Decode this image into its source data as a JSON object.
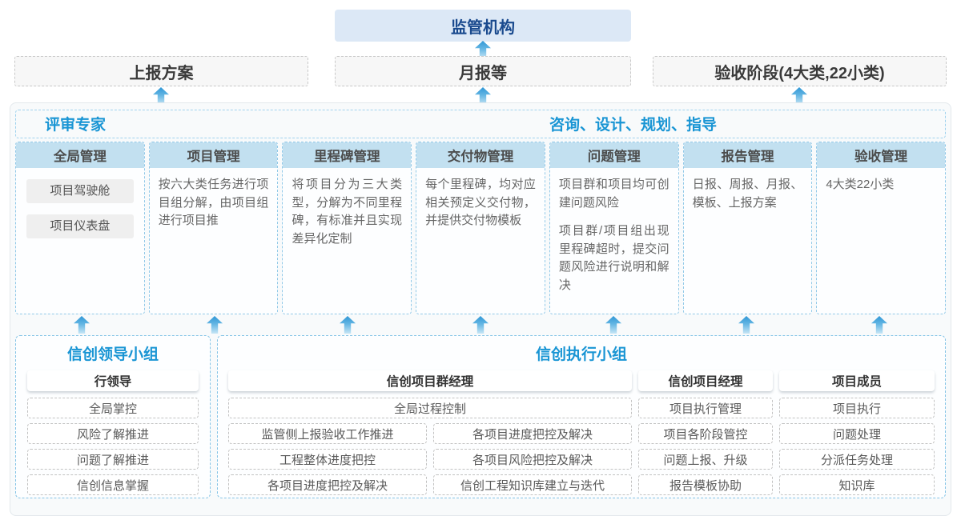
{
  "top": {
    "regulator": "监管机构",
    "report_boxes": [
      "上报方案",
      "月报等",
      "验收阶段(4大类,22小类)"
    ]
  },
  "main": {
    "header_left": "评审专家",
    "header_right": "咨询、设计、规划、指导",
    "columns": [
      {
        "title": "全局管理",
        "items": [
          "项目驾驶舱",
          "项目仪表盘"
        ]
      },
      {
        "title": "项目管理",
        "paragraphs": [
          "按六大类任务进行项目组分解，由项目组进行项目推"
        ]
      },
      {
        "title": "里程碑管理",
        "paragraphs": [
          "将项目分为三大类型，分解为不同里程碑，有标准并且实现差异化定制"
        ]
      },
      {
        "title": "交付物管理",
        "paragraphs": [
          "每个里程碑，均对应相关预定义交付物，并提供交付物模板"
        ]
      },
      {
        "title": "问题管理",
        "paragraphs": [
          "项目群和项目均可创建问题风险",
          "项目群/项目组出现里程碑超时，提交问题风险进行说明和解决"
        ]
      },
      {
        "title": "报告管理",
        "paragraphs": [
          "日报、周报、月报、模板、上报方案"
        ]
      },
      {
        "title": "验收管理",
        "paragraphs": [
          "4大类22小类"
        ]
      }
    ]
  },
  "bottom": {
    "lead_group": {
      "title": "信创领导小组",
      "role": "行领导",
      "items": [
        "全局掌控",
        "风险了解推进",
        "问题了解推进",
        "信创信息掌握"
      ]
    },
    "exec_group": {
      "title": "信创执行小组",
      "program_manager": {
        "role": "信创项目群经理",
        "full_item": "全局过程控制",
        "left_items": [
          "监管侧上报验收工作推进",
          "工程整体进度把控",
          "各项目进度把控及解决"
        ],
        "right_items": [
          "各项目进度把控及解决",
          "各项目风险把控及解决",
          "信创工程知识库建立与迭代"
        ]
      },
      "project_manager": {
        "role": "信创项目经理",
        "items": [
          "项目执行管理",
          "项目各阶段管控",
          "问题上报、升级",
          "报告模板协助"
        ]
      },
      "member": {
        "role": "项目成员",
        "items": [
          "项目执行",
          "问题处理",
          "分派任务处理",
          "知识库"
        ]
      }
    }
  },
  "colors": {
    "accent_blue": "#1995d4",
    "regulator_bg": "#dce8f6",
    "regulator_text": "#1a4a8e",
    "column_header_bg": "#c2e0f0",
    "dashed_blue_border": "#92c9e8",
    "arrow_blue": "#2f97d6"
  }
}
